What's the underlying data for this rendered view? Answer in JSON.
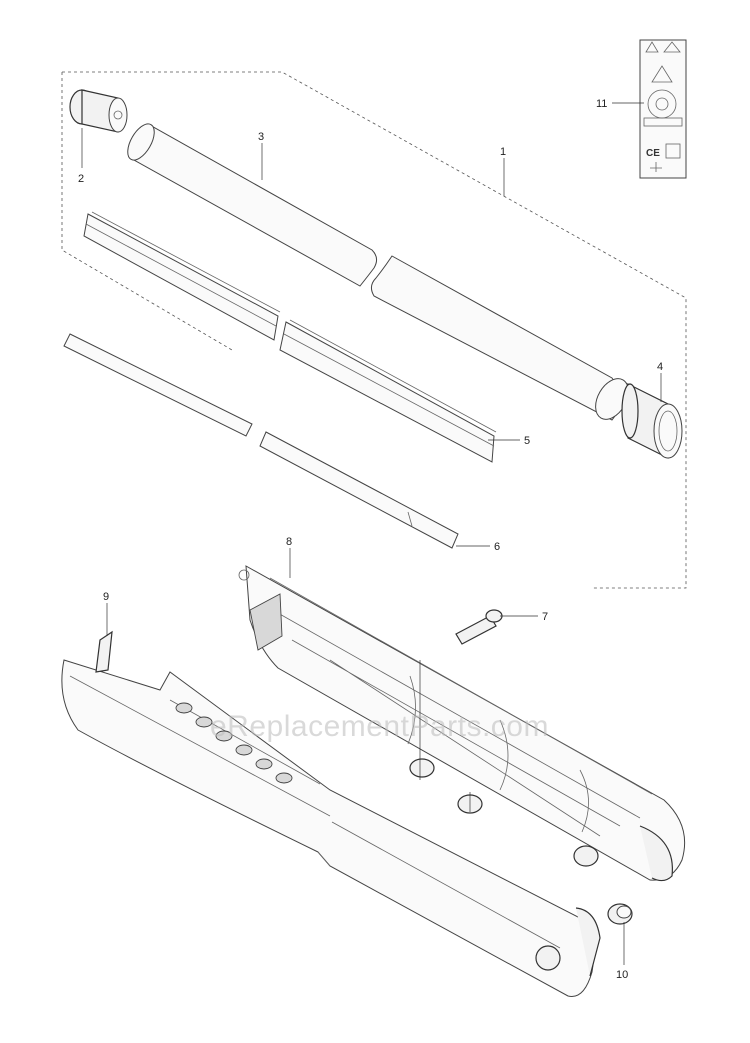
{
  "watermark": "eReplacementParts.com",
  "callouts": [
    {
      "id": "1",
      "text": "1"
    },
    {
      "id": "2",
      "text": "2"
    },
    {
      "id": "3",
      "text": "3"
    },
    {
      "id": "4",
      "text": "4"
    },
    {
      "id": "5",
      "text": "5"
    },
    {
      "id": "6",
      "text": "6"
    },
    {
      "id": "7",
      "text": "7"
    },
    {
      "id": "8",
      "text": "8"
    },
    {
      "id": "9",
      "text": "9"
    },
    {
      "id": "10",
      "text": "10"
    },
    {
      "id": "11",
      "text": "11"
    }
  ],
  "decal": {
    "mark_ce": "CE"
  },
  "colors": {
    "line": "#333333",
    "fill": "#f2f2f2",
    "watermark": "#bbbbbb"
  }
}
